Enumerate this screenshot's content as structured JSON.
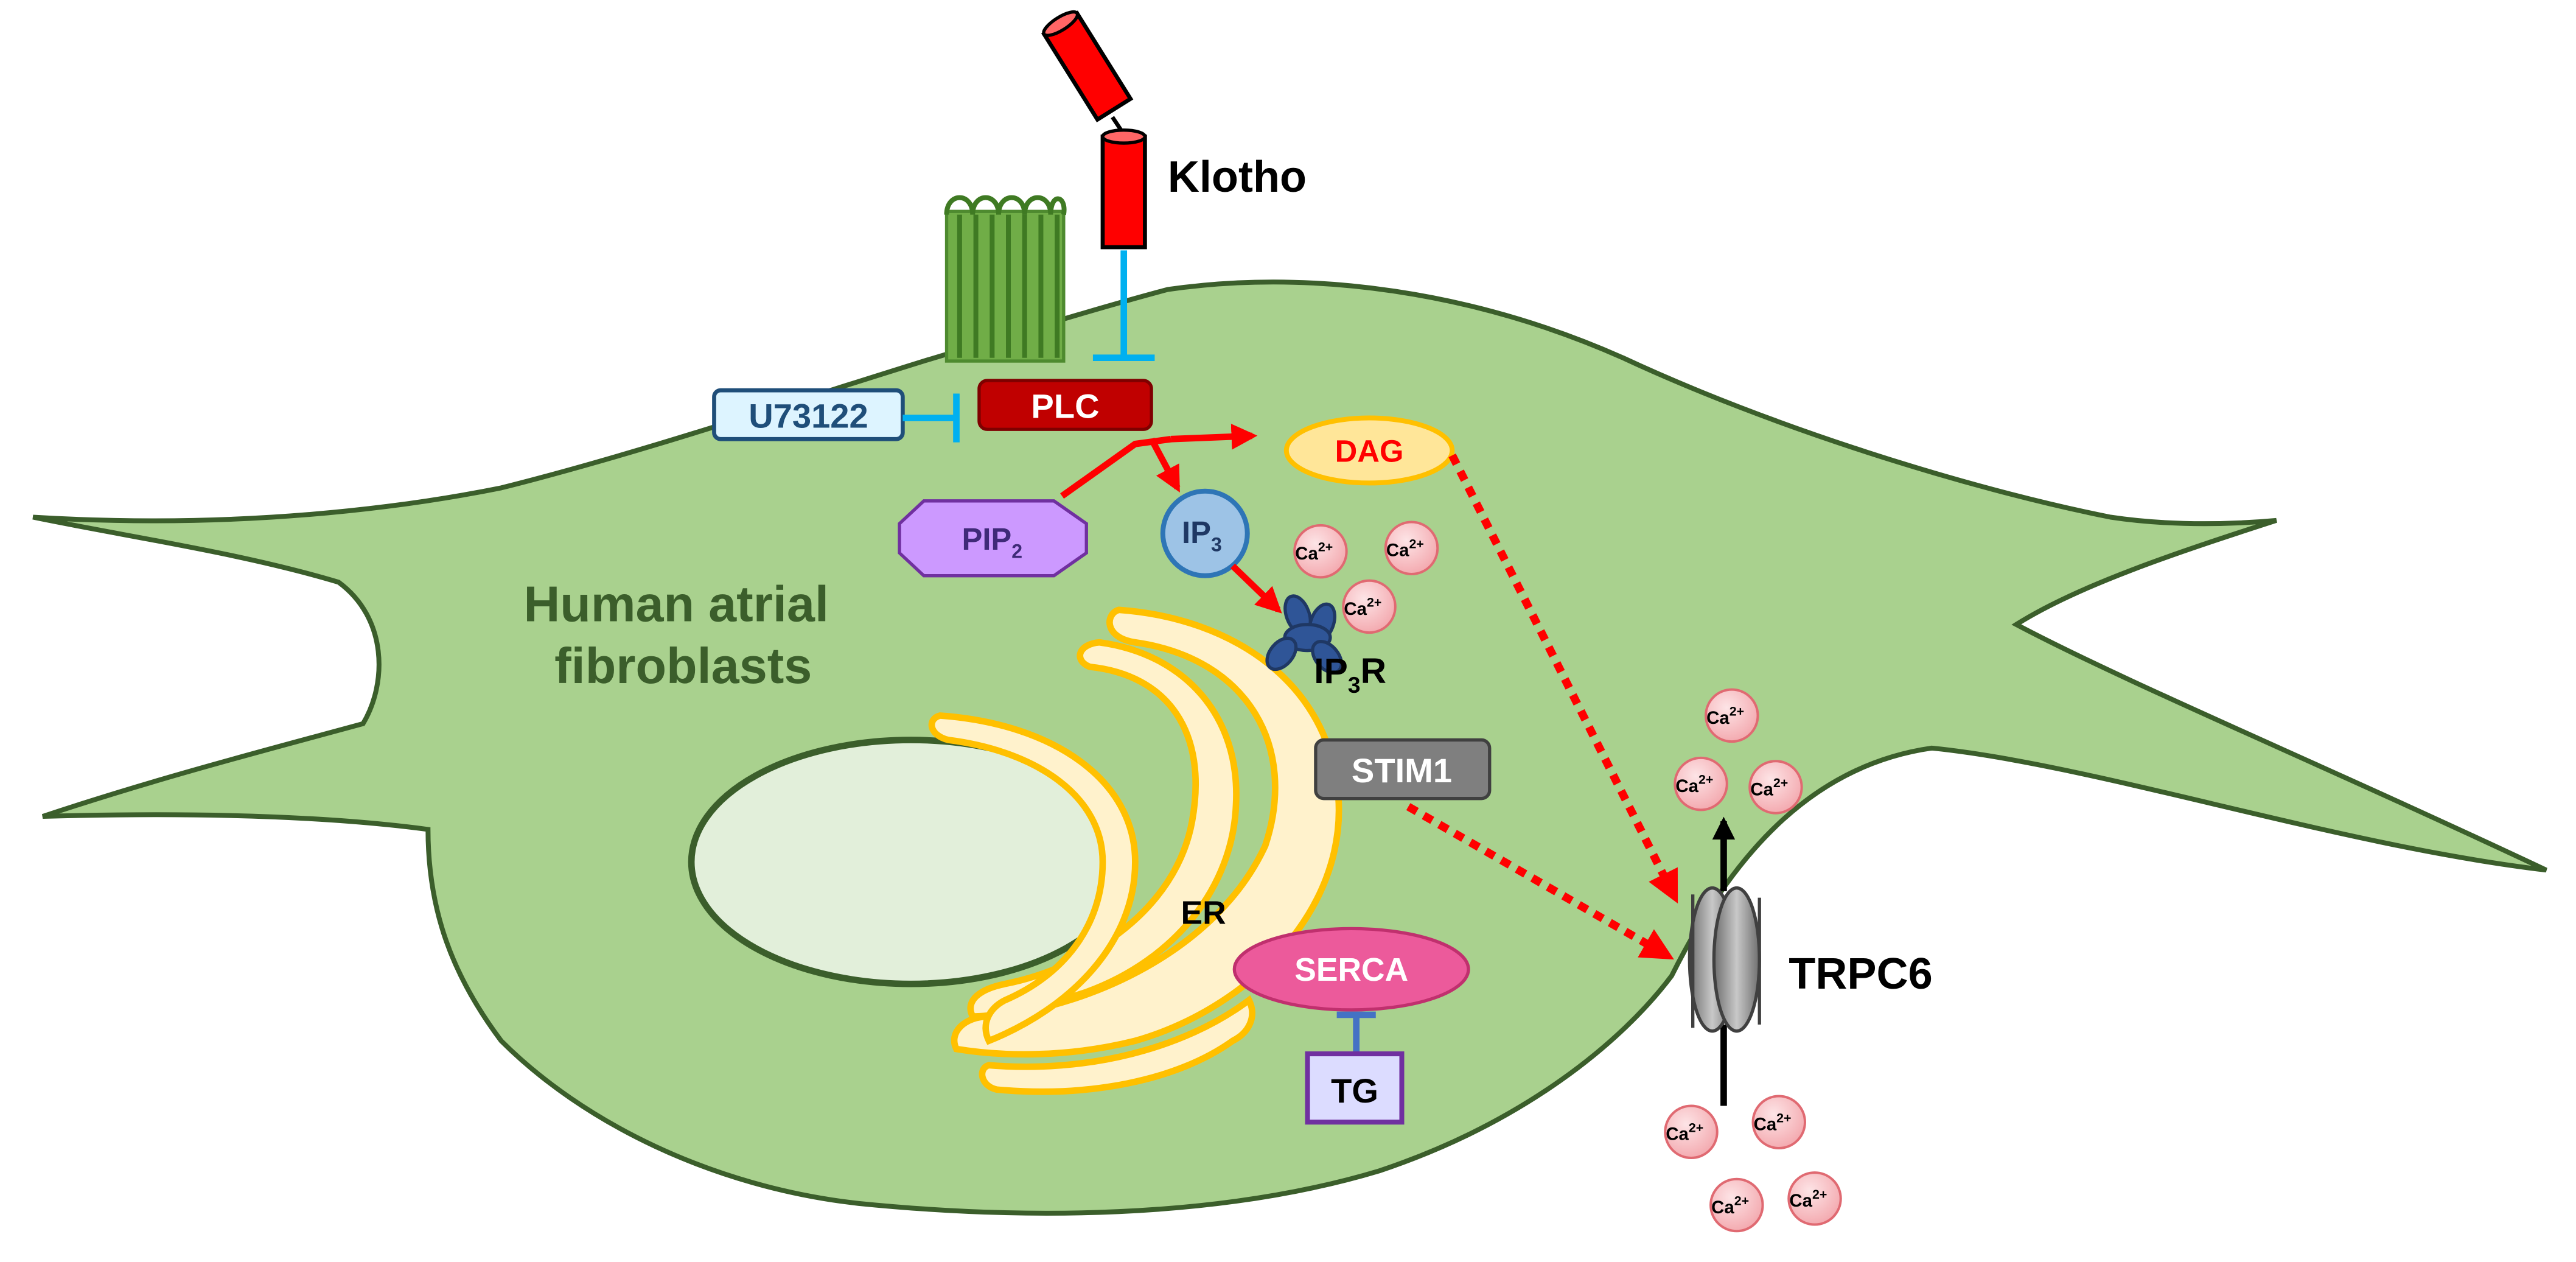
{
  "title": "Human atrial fibroblasts",
  "cell": {
    "label_line1": "Human atrial",
    "label_line2": "fibroblasts"
  },
  "nodes": {
    "klotho": "Klotho",
    "plc": "PLC",
    "u73122": "U73122",
    "dag": "DAG",
    "pip2": {
      "base": "PIP",
      "sub": "2"
    },
    "ip3": {
      "base": "IP",
      "sub": "3"
    },
    "ip3r": {
      "base": "IP",
      "sub": "3",
      "tail": "R"
    },
    "stim1": "STIM1",
    "er": "ER",
    "serca": "SERCA",
    "tg": "TG",
    "trpc6": "TRPC6"
  },
  "ion": {
    "base": "Ca",
    "sup": "2+"
  },
  "colors": {
    "cell_fill": "#a9d18e",
    "cell_stroke": "#3b5e2b",
    "label_green": "#3b5e2b",
    "nucleus_fill": "#e2efda",
    "er_fill": "#fff2cc",
    "er_stroke": "#ffc000",
    "klotho_red": "#ff0000",
    "plc_fill": "#c00000",
    "inhibit_blue": "#00b0f0",
    "u73122_fill": "#ddf4ff",
    "dag_fill": "#ffe699",
    "dag_text": "#ff0000",
    "pip2_fill": "#cc99ff",
    "ip3_fill": "#9dc3e6",
    "ip3r_fill": "#2f5597",
    "stim1_fill": "#7f7f7f",
    "serca_fill": "#ec5a9b",
    "tg_fill": "#dcdcff",
    "tg_stroke": "#7030a0",
    "calcium_fill": "#f8c8cc",
    "channel_fill": "#8c8c8c",
    "arrow_red": "#ff0000"
  }
}
